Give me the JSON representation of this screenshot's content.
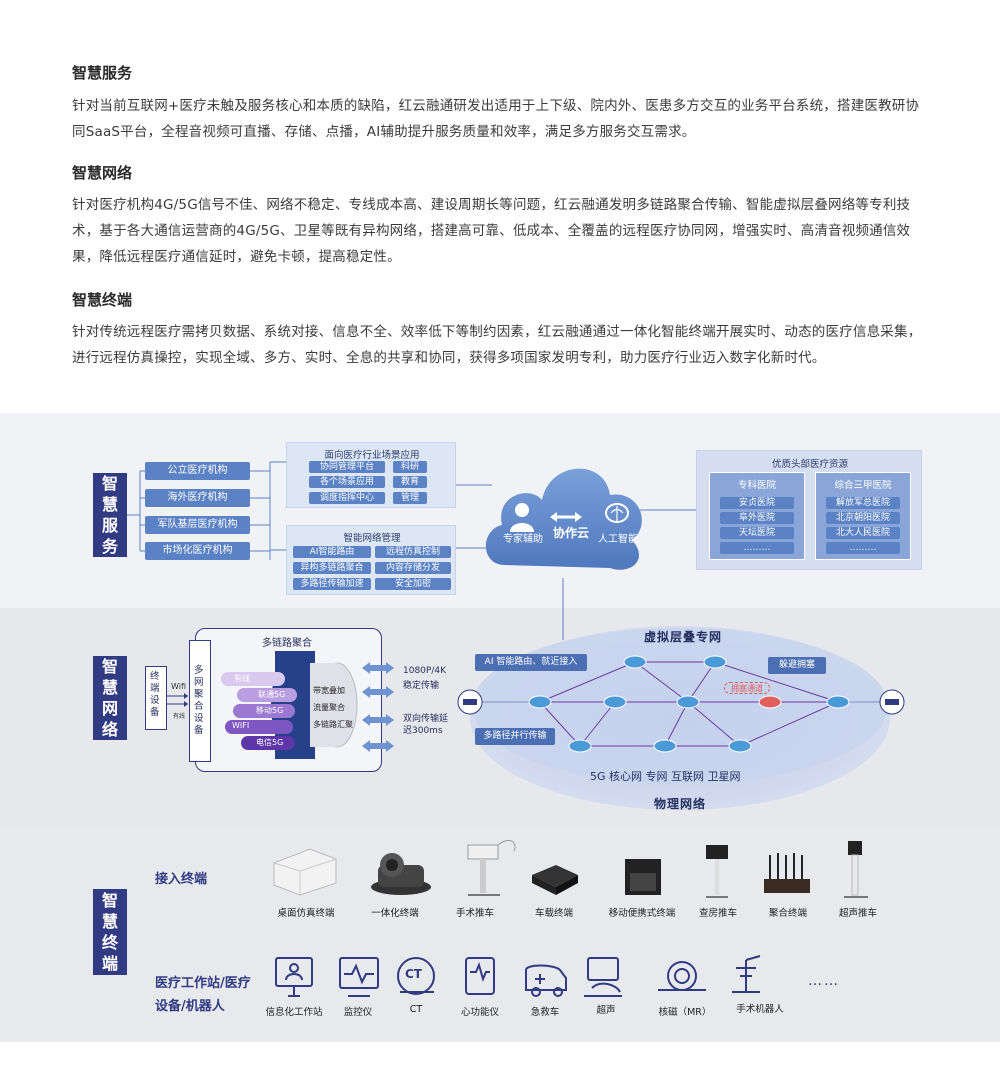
{
  "intro": {
    "sections": [
      {
        "title": "智慧服务",
        "body": "针对当前互联网+医疗未触及服务核心和本质的缺陷，红云融通研发出适用于上下级、院内外、医患多方交互的业务平台系统，搭建医教研协同SaaS平台，全程音视频可直播、存储、点播，AI辅助提升服务质量和效率，满足多方服务交互需求。"
      },
      {
        "title": "智慧网络",
        "body": "针对医疗机构4G/5G信号不佳、网络不稳定、专线成本高、建设周期长等问题，红云融通发明多链路聚合传输、智能虚拟层叠网络等专利技术，基于各大通信运营商的4G/5G、卫星等既有异构网络，搭建高可靠、低成本、全覆盖的远程医疗协同网，增强实时、高清音视频通信效果，降低远程医疗通信延时，避免卡顿，提高稳定性。"
      },
      {
        "title": "智慧终端",
        "body": "针对传统远程医疗需拷贝数据、系统对接、信息不全、效率低下等制约因素，红云融通通过一体化智能终端开展实时、动态的医疗信息采集，进行远程仿真操控，实现全域、多方、实时、全息的共享和协同，获得多项国家发明专利，助力医疗行业迈入数字化新时代。"
      }
    ]
  },
  "service": {
    "tag": "智慧服务",
    "institutions": [
      "公立医疗机构",
      "海外医疗机构",
      "军队基层医疗机构",
      "市场化医疗机构"
    ],
    "apps_panel": {
      "title": "面向医疗行业场景应用",
      "rows": [
        [
          "协同管理平台",
          "科研"
        ],
        [
          "各个场景应用",
          "教育"
        ],
        [
          "调度指挥中心",
          "管理"
        ]
      ]
    },
    "net_panel": {
      "title": "智能网络管理",
      "rows": [
        [
          "AI智能路由",
          "远程仿真控制"
        ],
        [
          "异构多链路聚合",
          "内容存储分发"
        ],
        [
          "多路径传输加速",
          "安全加密"
        ]
      ]
    },
    "cloud": {
      "center": "协作云",
      "left": "专家辅助",
      "right": "人工智能"
    },
    "resources": {
      "title": "优质头部医疗资源",
      "cols": [
        {
          "head": "专科医院",
          "items": [
            "安贞医院",
            "阜外医院",
            "天坛医院",
            "………"
          ]
        },
        {
          "head": "综合三甲医院",
          "items": [
            "解放军总医院",
            "北京朝阳医院",
            "北大人民医院",
            "………"
          ]
        }
      ]
    }
  },
  "network": {
    "tag": "智慧网络",
    "agg_title": "多链路聚合",
    "terminal": "终端设备",
    "wifi": "Wifi",
    "wired": "有线",
    "multi_device": "多网聚合设备",
    "links": [
      "有线",
      "联通5G",
      "移动5G",
      "WIFI",
      "电信5G"
    ],
    "core": [
      "带宽叠加",
      "流量聚合",
      "多链路汇聚"
    ],
    "out1": [
      "1080P/4K",
      "稳定传输"
    ],
    "out2": [
      "双向传输延",
      "迟300ms"
    ],
    "virtual_title": "虚拟层叠专网",
    "ai_route": "AI 智能路由、就近接入",
    "avoid": "躲避拥塞",
    "congestion": "拥塞通道",
    "multipath": "多路径并行传输",
    "physical_nets": "5G 核心网  专网  互联网  卫星网",
    "physical_title": "物理网络"
  },
  "terminal": {
    "tag": "智慧终端",
    "access_label": "接入终端",
    "access_devices": [
      "桌面仿真终端",
      "一体化终端",
      "手术推车",
      "车载终端",
      "移动便携式终端",
      "查房推车",
      "聚合终端",
      "超声推车"
    ],
    "station_label": [
      "医疗工作站/医疗",
      "设备/机器人"
    ],
    "stations": [
      "信息化工作站",
      "监控仪",
      "CT",
      "心功能仪",
      "急救车",
      "超声",
      "核磁（MR）",
      "手术机器人"
    ],
    "ellipsis": "……",
    "ct_text": "CT"
  },
  "colors": {
    "brand": "#303b83",
    "pill": "#5b82c4",
    "accent": "#e06060"
  }
}
